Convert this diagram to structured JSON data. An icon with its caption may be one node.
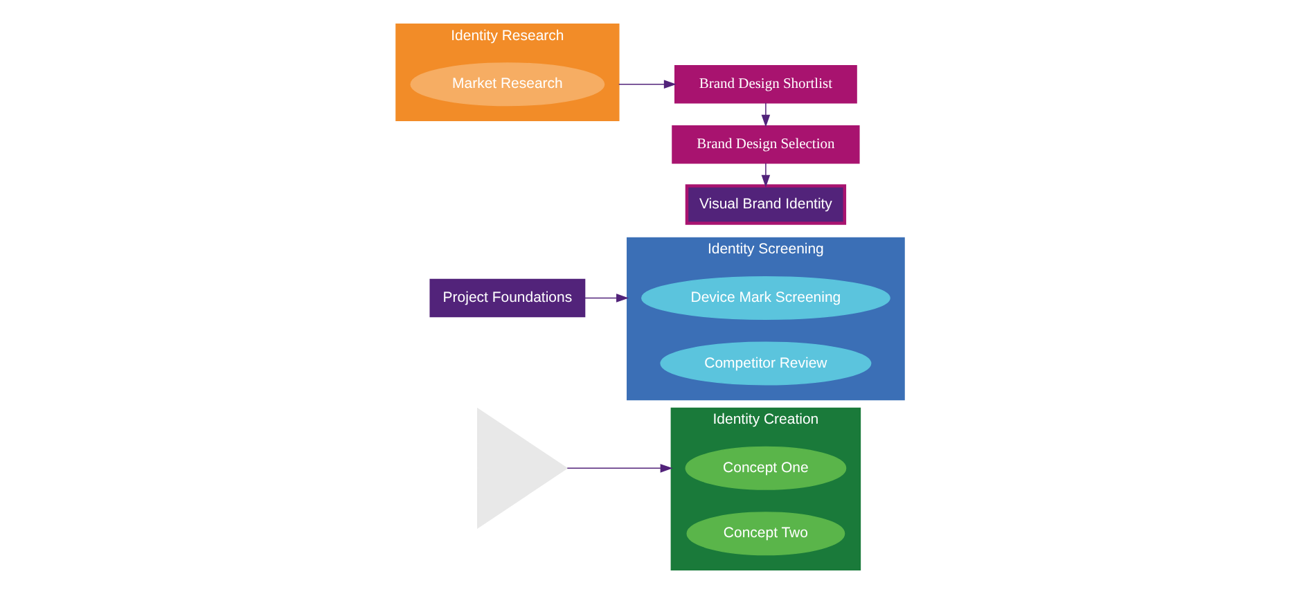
{
  "diagram": {
    "nodes": [
      {
        "text": [],
        "shape": "picture"
      },
      {
        "text": [
          "Identity Creation"
        ]
      },
      {
        "text": [
          "Concept One"
        ],
        "in": 1
      },
      {
        "text": [
          "Concept Two"
        ],
        "in": 1
      },
      {
        "text": [
          "Identity Screening"
        ]
      },
      {
        "text": [
          "Device Mark Screening"
        ],
        "in": 4
      },
      {
        "text": [
          "Competitor Review"
        ],
        "in": 4
      },
      {
        "text": [
          "Identity Research"
        ]
      },
      {
        "text": [
          "Market Research"
        ],
        "in": 7
      },
      {
        "text": [
          "Brand Design Shortlist"
        ]
      },
      {
        "text": [
          "Brand Design Selection"
        ]
      },
      {
        "text": [
          "Visual Brand Identity"
        ]
      },
      {
        "text": [
          "Project Foundations"
        ]
      }
    ],
    "edges": [
      {
        "from": 0,
        "to": 1,
        "arrow": "to"
      },
      {
        "from": 7,
        "to": 9,
        "arrow": "to"
      },
      {
        "from": 9,
        "to": 10,
        "arrow": "to"
      },
      {
        "from": 10,
        "to": 11,
        "arrow": "to"
      },
      {
        "from": 12,
        "to": 4,
        "arrow": "to"
      }
    ]
  }
}
